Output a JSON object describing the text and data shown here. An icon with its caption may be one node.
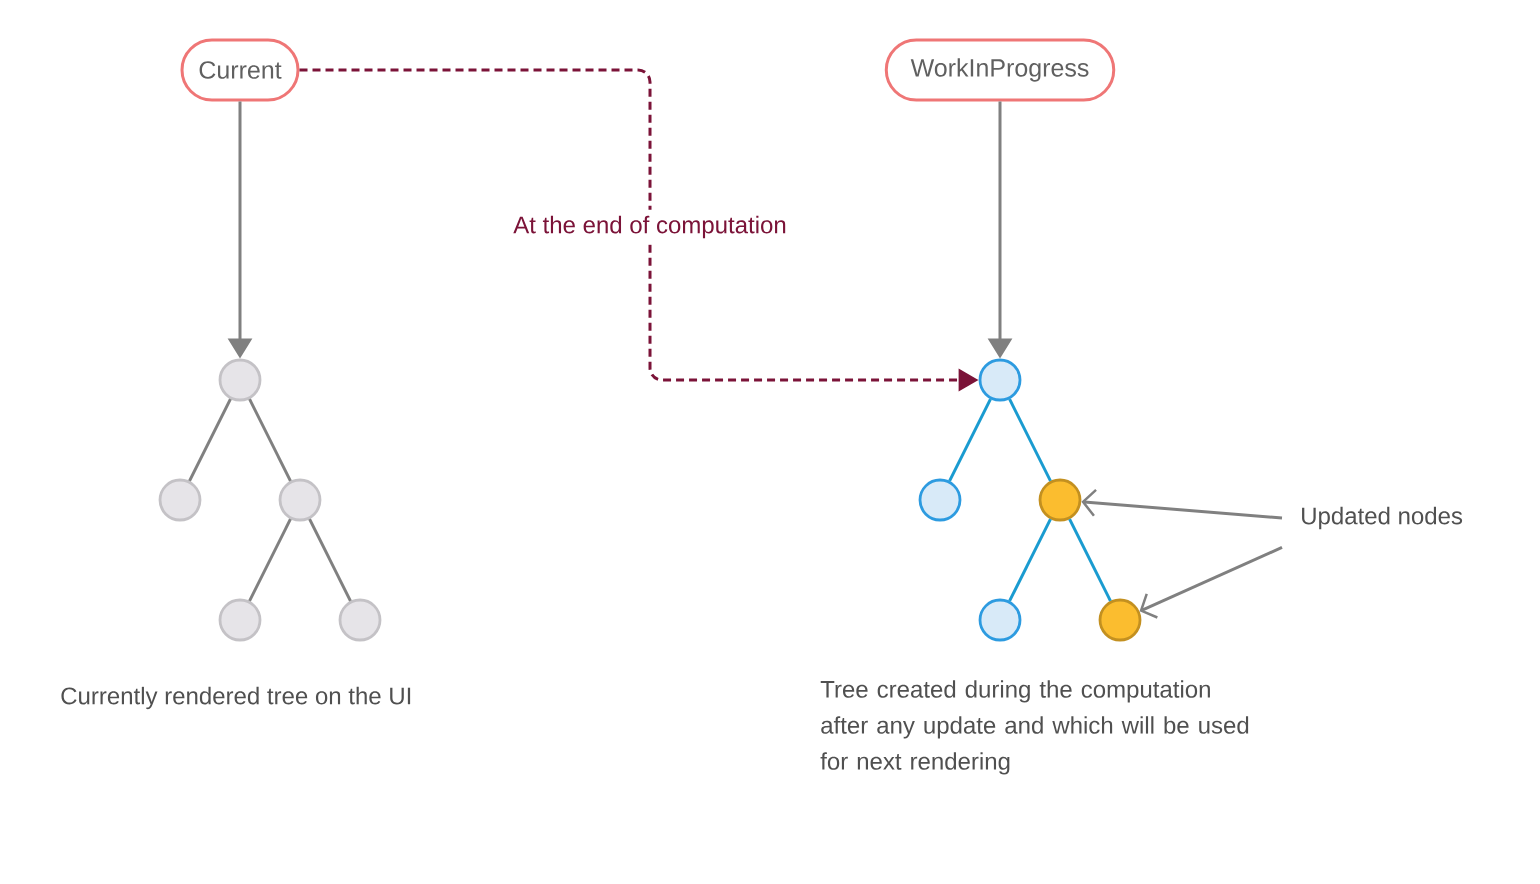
{
  "diagram": {
    "nodes": [
      {
        "text": [
          "Current"
        ]
      },
      {
        "text": [
          "WorkInProgress"
        ]
      },
      {
        "text": [],
        "shape": "circle"
      },
      {
        "text": [],
        "shape": "circle"
      },
      {
        "text": [],
        "shape": "circle"
      },
      {
        "text": [],
        "shape": "circle"
      },
      {
        "text": [],
        "shape": "circle"
      },
      {
        "text": [],
        "shape": "circle"
      },
      {
        "text": [],
        "shape": "circle"
      },
      {
        "text": [],
        "shape": "circle"
      },
      {
        "text": [],
        "shape": "circle"
      },
      {
        "text": [],
        "shape": "circle"
      },
      {
        "text": [
          "Updated nodes"
        ]
      }
    ],
    "edges": [
      {
        "from": 0,
        "to": 2,
        "arrow": "to"
      },
      {
        "from": 1,
        "to": 7,
        "arrow": "to"
      },
      {
        "from": 0,
        "to": 7,
        "arrow": "to",
        "label": "At the end of computation",
        "style": "dashed",
        "color": "#7b1338"
      },
      {
        "from": 2,
        "to": 3,
        "arrow": "none"
      },
      {
        "from": 2,
        "to": 4,
        "arrow": "none"
      },
      {
        "from": 4,
        "to": 5,
        "arrow": "none"
      },
      {
        "from": 4,
        "to": 6,
        "arrow": "none"
      },
      {
        "from": 7,
        "to": 8,
        "arrow": "none",
        "color": "#1a9bd0"
      },
      {
        "from": 7,
        "to": 9,
        "arrow": "none",
        "color": "#1a9bd0"
      },
      {
        "from": 9,
        "to": 10,
        "arrow": "none",
        "color": "#1a9bd0"
      },
      {
        "from": 9,
        "to": 11,
        "arrow": "none",
        "color": "#1a9bd0"
      },
      {
        "from": 12,
        "to": 9,
        "arrow": "to"
      },
      {
        "from": 12,
        "to": 11,
        "arrow": "to"
      }
    ],
    "labels": [
      "Currently rendered tree on the UI",
      "Tree created during the computation after any update and which will be used for next rendering"
    ]
  }
}
